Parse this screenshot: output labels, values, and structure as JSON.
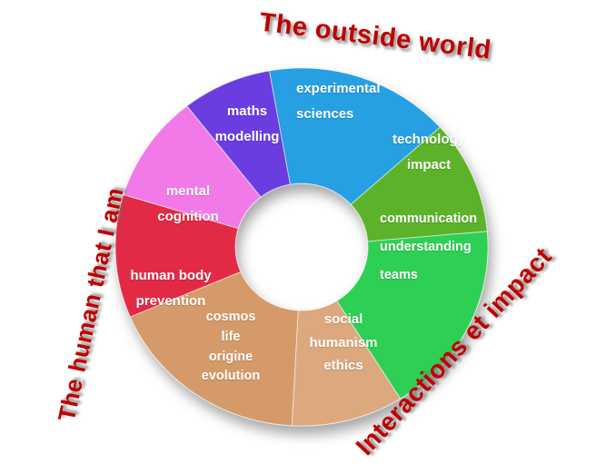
{
  "page": {
    "background": "#ffffff"
  },
  "chart_data": {
    "type": "pie",
    "subtype": "donut",
    "title": "",
    "legend": "none",
    "hole": true,
    "annotation_color": "#c00000",
    "slice_text_color": "#ffffff",
    "annotations": [
      {
        "id": "outside-world",
        "text": "The outside world",
        "position": "top"
      },
      {
        "id": "interactions-impact",
        "text": "Interactions et impact",
        "position": "bottom-right"
      },
      {
        "id": "human-that-i-am",
        "text": "The human that I am",
        "position": "left"
      }
    ],
    "slices": [
      {
        "id": "experimental-sciences",
        "label": "experimental sciences",
        "lines": [
          "experimental",
          "sciences"
        ],
        "color": "#259fe3",
        "start_angle": -10,
        "end_angle": 48,
        "share_pct": 16.1
      },
      {
        "id": "technology-impact",
        "label": "technology impact",
        "lines": [
          "technology",
          "impact"
        ],
        "color": "#5cb32a",
        "start_angle": 48,
        "end_angle": 85,
        "share_pct": 10.3
      },
      {
        "id": "communication-understanding-teams",
        "label": "communication understanding teams",
        "lines": [
          "communication",
          "understanding",
          "teams"
        ],
        "color": "#2ecf55",
        "start_angle": 85,
        "end_angle": 148,
        "share_pct": 17.5
      },
      {
        "id": "social-humanism-ethics",
        "label": "social humanism ethics",
        "lines": [
          "social",
          "humanism",
          "ethics"
        ],
        "color": "#dca87e",
        "start_angle": 148,
        "end_angle": 183,
        "share_pct": 9.7
      },
      {
        "id": "cosmos-life-origine-evolution",
        "label": "cosmos life origine evolution",
        "lines": [
          "cosmos",
          "life",
          "origine",
          "evolution"
        ],
        "color": "#d49a69",
        "start_angle": 183,
        "end_angle": 247,
        "share_pct": 17.8
      },
      {
        "id": "human-body-prevention",
        "label": "human body prevention",
        "lines": [
          "human body",
          "prevention"
        ],
        "color": "#e32945",
        "start_angle": 247,
        "end_angle": 287,
        "share_pct": 11.1
      },
      {
        "id": "mental-cognition",
        "label": "mental cognition",
        "lines": [
          "mental",
          "cognition"
        ],
        "color": "#f27ae8",
        "start_angle": 287,
        "end_angle": 322,
        "share_pct": 9.7
      },
      {
        "id": "maths-modelling",
        "label": "maths modelling",
        "lines": [
          "maths",
          "modelling"
        ],
        "color": "#6a3de0",
        "start_angle": 322,
        "end_angle": 350,
        "share_pct": 7.8
      }
    ]
  }
}
